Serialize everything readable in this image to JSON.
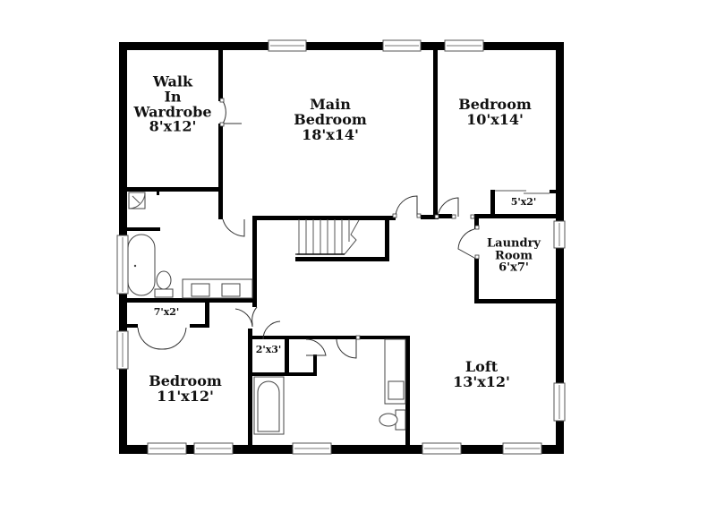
{
  "floorplan": {
    "rooms": [
      {
        "id": "walk-in-wardrobe",
        "name_lines": [
          "Walk",
          "In",
          "Wardrobe"
        ],
        "dimensions": "8'x12'"
      },
      {
        "id": "main-bedroom",
        "name_lines": [
          "Main",
          "Bedroom"
        ],
        "dimensions": "18'x14'"
      },
      {
        "id": "bedroom-ne",
        "name_lines": [
          "Bedroom"
        ],
        "dimensions": "10'x14'"
      },
      {
        "id": "closet-ne",
        "name_lines": [],
        "dimensions": "5'x2'"
      },
      {
        "id": "laundry-room",
        "name_lines": [
          "Laundry",
          "Room"
        ],
        "dimensions": "6'x7'"
      },
      {
        "id": "closet-sw",
        "name_lines": [],
        "dimensions": "7'x2'"
      },
      {
        "id": "linen-closet",
        "name_lines": [],
        "dimensions": "2'x3'"
      },
      {
        "id": "bedroom-sw",
        "name_lines": [
          "Bedroom"
        ],
        "dimensions": "11'x12'"
      },
      {
        "id": "loft",
        "name_lines": [
          "Loft"
        ],
        "dimensions": "13'x12'"
      }
    ],
    "labels": {
      "wardrobe_l1": "Walk",
      "wardrobe_l2": "In",
      "wardrobe_l3": "Wardrobe",
      "wardrobe_dim": "8'x12'",
      "main_l1": "Main",
      "main_l2": "Bedroom",
      "main_dim": "18'x14'",
      "bed_ne": "Bedroom",
      "bed_ne_dim": "10'x14'",
      "closet_ne_dim": "5'x2'",
      "laundry_l1": "Laundry",
      "laundry_l2": "Room",
      "laundry_dim": "6'x7'",
      "closet_sw_dim": "7'x2'",
      "linen_dim": "2'x3'",
      "bed_sw": "Bedroom",
      "bed_sw_dim": "11'x12'",
      "loft": "Loft",
      "loft_dim": "13'x12'"
    },
    "colors": {
      "wall": "#000000",
      "background": "#ffffff",
      "fixture_stroke": "#444444"
    }
  }
}
